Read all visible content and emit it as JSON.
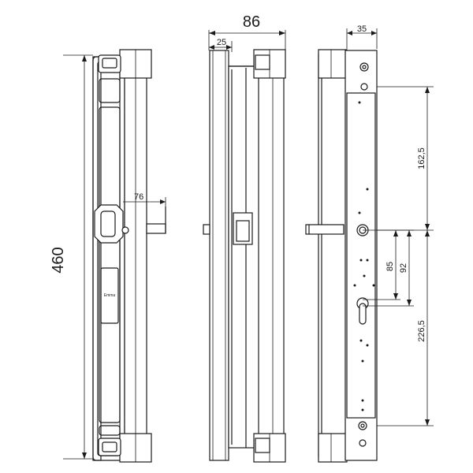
{
  "dimensions": {
    "overall_height": "460",
    "overall_depth": "86",
    "depth_25": "25",
    "width_35": "35",
    "handle_offset": "76",
    "spacing_162": "162,5",
    "spacing_85": "85",
    "spacing_92": "92",
    "spacing_226": "226,5"
  },
  "brand_mark": "Emma"
}
